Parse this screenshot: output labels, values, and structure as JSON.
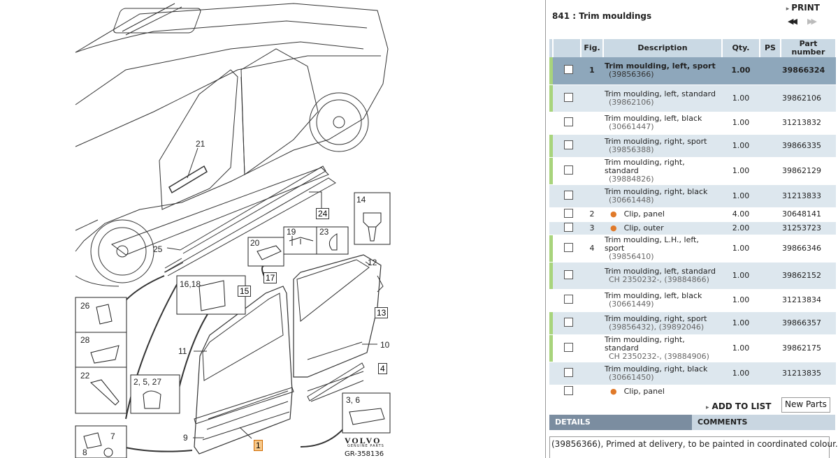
{
  "diagram": {
    "brand": "VOLVO",
    "brand_sub": "GENUINE PARTS",
    "group_number": "GR-358136",
    "callouts": [
      "21",
      "24",
      "14",
      "20",
      "19",
      "23",
      "25",
      "12",
      "17",
      "16,18",
      "15",
      "13",
      "26",
      "28",
      "22",
      "2, 5, 27",
      "11",
      "10",
      "4",
      "3, 6",
      "9",
      "1",
      "7",
      "8"
    ]
  },
  "panel": {
    "title": "841 : Trim mouldings",
    "print_label": "PRINT",
    "nav_prev": "◀◀",
    "nav_next": "▶▶",
    "columns": {
      "fig": "Fig.",
      "description": "Description",
      "qty": "Qty.",
      "ps": "PS",
      "part_number": "Part number"
    },
    "rows": [
      {
        "fig": "1",
        "desc": "Trim moulding, left, sport",
        "sub": "(39856366)",
        "qty": "1.00",
        "part": "39866324"
      },
      {
        "fig": "",
        "desc": "Trim moulding, left, standard",
        "sub": "(39862106)",
        "qty": "1.00",
        "part": "39862106"
      },
      {
        "fig": "",
        "desc": "Trim moulding, left, black",
        "sub": "(30661447)",
        "qty": "1.00",
        "part": "31213832"
      },
      {
        "fig": "",
        "desc": "Trim moulding, right, sport",
        "sub": "(39856388)",
        "qty": "1.00",
        "part": "39866335"
      },
      {
        "fig": "",
        "desc": "Trim moulding, right, standard",
        "sub": "(39884826)",
        "qty": "1.00",
        "part": "39862129"
      },
      {
        "fig": "",
        "desc": "Trim moulding, right, black",
        "sub": "(30661448)",
        "qty": "1.00",
        "part": "31213833"
      },
      {
        "fig": "2",
        "desc": "Clip, panel",
        "sub": "",
        "qty": "4.00",
        "part": "30648141"
      },
      {
        "fig": "3",
        "desc": "Clip, outer",
        "sub": "",
        "qty": "2.00",
        "part": "31253723"
      },
      {
        "fig": "4",
        "desc": "Trim moulding, L.H., left, sport",
        "sub": "(39856410)",
        "qty": "1.00",
        "part": "39866346"
      },
      {
        "fig": "",
        "desc": "Trim moulding, left, standard",
        "sub": "CH 2350232-, (39884866)",
        "qty": "1.00",
        "part": "39862152"
      },
      {
        "fig": "",
        "desc": "Trim moulding, left, black",
        "sub": "(30661449)",
        "qty": "1.00",
        "part": "31213834"
      },
      {
        "fig": "",
        "desc": "Trim moulding, right, sport",
        "sub": "(39856432), (39892046)",
        "qty": "1.00",
        "part": "39866357"
      },
      {
        "fig": "",
        "desc": "Trim moulding, right, standard",
        "sub": "CH 2350232-, (39884906)",
        "qty": "1.00",
        "part": "39862175"
      },
      {
        "fig": "",
        "desc": "Trim moulding, right, black",
        "sub": "(30661450)",
        "qty": "1.00",
        "part": "31213835"
      },
      {
        "fig": "",
        "desc": "Clip, panel",
        "sub": "",
        "qty": "",
        "part": ""
      }
    ],
    "add_to_list_label": "ADD TO LIST",
    "list_selected": "New Parts",
    "tab_details": "DETAILS",
    "tab_comments": "COMMENTS",
    "details_text": "(39856366), Primed at delivery, to be painted in coordinated colour."
  },
  "colors": {
    "selected_row": "#8ea7bb",
    "alt_row": "#dde7ee",
    "header": "#cad9e4",
    "group_indicator": "#a8d47c",
    "bullet": "#e07a2a",
    "tab_active": "#7b8da0",
    "tab_inactive": "#c9d6e1"
  }
}
